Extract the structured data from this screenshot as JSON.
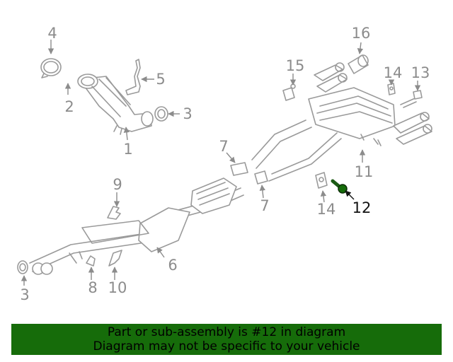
{
  "callouts": {
    "c1": "1",
    "c2": "2",
    "c3a": "3",
    "c3b": "3",
    "c4": "4",
    "c5": "5",
    "c6": "6",
    "c7a": "7",
    "c7b": "7",
    "c8": "8",
    "c9": "9",
    "c10": "10",
    "c11": "11",
    "c12": "12",
    "c13": "13",
    "c14a": "14",
    "c14b": "14",
    "c15": "15",
    "c16": "16"
  },
  "highlight_color": "#166c0a",
  "banner": {
    "line1": "Part or sub-assembly is #12 in diagram",
    "line2": "Diagram may not be specific to your vehicle"
  }
}
